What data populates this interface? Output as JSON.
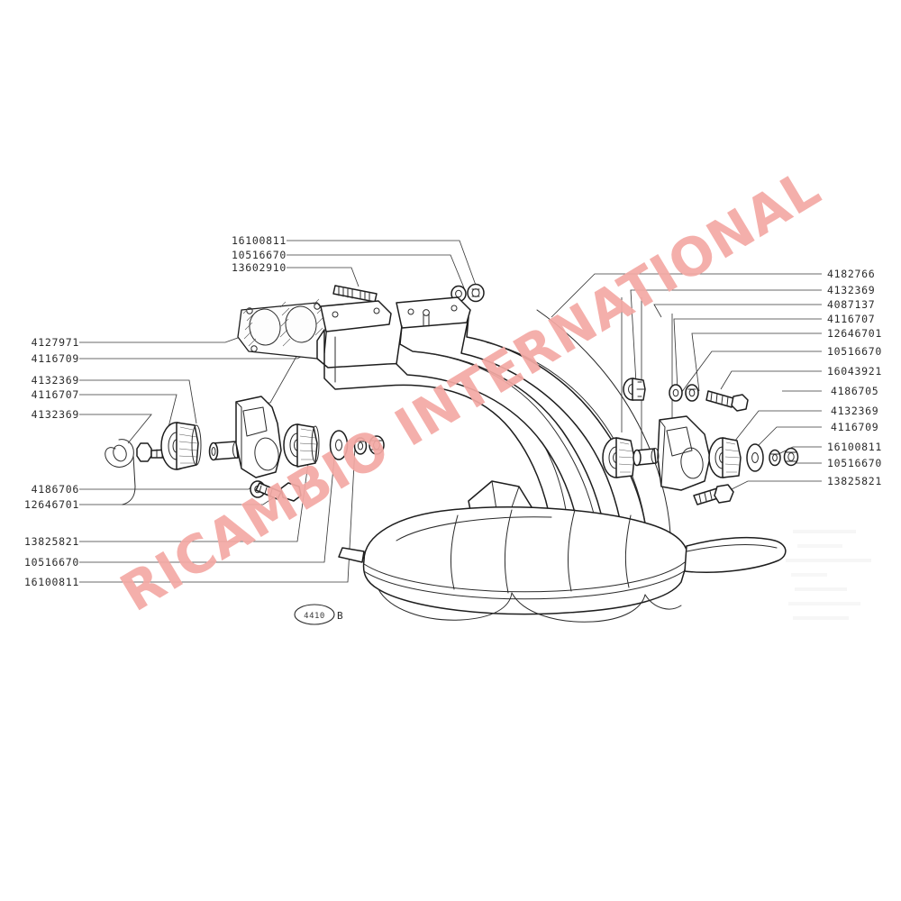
{
  "sheet": {
    "background_color": "#ffffff",
    "ink_color": "#1d1d1d",
    "watermark_color": "#f4a9a4"
  },
  "watermark": {
    "text": "RICAMBIO INTERNATIONAL"
  },
  "figure_reference": {
    "number": "4410",
    "letter": "B"
  },
  "labels": {
    "top_left": [
      {
        "id": "tl-1",
        "part_number": "16100811"
      },
      {
        "id": "tl-2",
        "part_number": "10516670"
      },
      {
        "id": "tl-3",
        "part_number": "13602910"
      }
    ],
    "left_upper": [
      {
        "id": "lu-1",
        "part_number": "4127971"
      },
      {
        "id": "lu-2",
        "part_number": "4116709"
      },
      {
        "id": "lu-3",
        "part_number": "4132369"
      },
      {
        "id": "lu-4",
        "part_number": "4116707"
      },
      {
        "id": "lu-5",
        "part_number": "4132369"
      }
    ],
    "left_mid": [
      {
        "id": "lm-1",
        "part_number": "4186706"
      },
      {
        "id": "lm-2",
        "part_number": "12646701"
      }
    ],
    "left_lower": [
      {
        "id": "ll-1",
        "part_number": "13825821"
      },
      {
        "id": "ll-2",
        "part_number": "10516670"
      },
      {
        "id": "ll-3",
        "part_number": "16100811"
      }
    ],
    "right": [
      {
        "id": "r-1",
        "part_number": "4182766"
      },
      {
        "id": "r-2",
        "part_number": "4132369"
      },
      {
        "id": "r-3",
        "part_number": "4087137"
      },
      {
        "id": "r-4",
        "part_number": "4116707"
      },
      {
        "id": "r-5",
        "part_number": "12646701"
      },
      {
        "id": "r-6",
        "part_number": "10516670"
      },
      {
        "id": "r-7",
        "part_number": "16043921"
      },
      {
        "id": "r-8",
        "part_number": "4186705"
      },
      {
        "id": "r-9",
        "part_number": "4132369"
      },
      {
        "id": "r-10",
        "part_number": "4116709"
      },
      {
        "id": "r-11",
        "part_number": "16100811"
      },
      {
        "id": "r-12",
        "part_number": "10516670"
      },
      {
        "id": "r-13",
        "part_number": "13825821"
      }
    ]
  }
}
